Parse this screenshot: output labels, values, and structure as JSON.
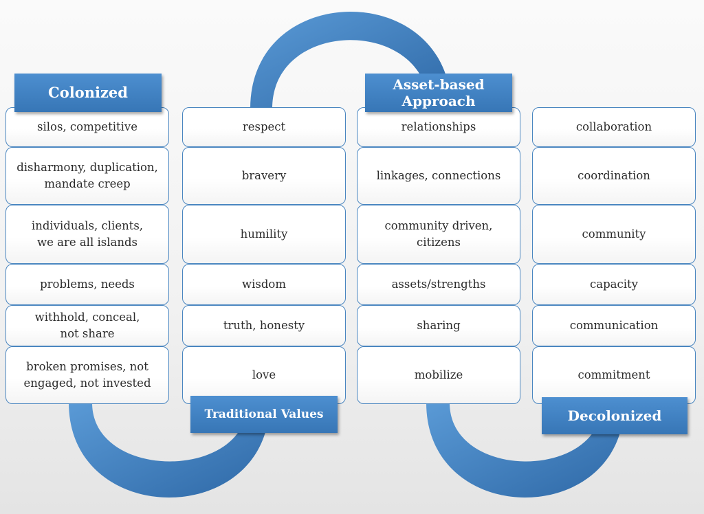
{
  "diagram": {
    "colors": {
      "accent": "#3f7fc0",
      "border": "#4a86c0",
      "text": "#2b2b2b"
    },
    "columns": [
      {
        "id": "colonized",
        "header": "Colonized",
        "items": [
          "silos, competitive",
          "disharmony, duplication,\nmandate creep",
          "individuals, clients,\nwe are all islands",
          "problems, needs",
          "withhold, conceal,\nnot share",
          "broken promises, not\nengaged, not invested"
        ]
      },
      {
        "id": "traditional-values",
        "header": "Traditional Values",
        "items": [
          "respect",
          "bravery",
          "humility",
          "wisdom",
          "truth, honesty",
          "love"
        ]
      },
      {
        "id": "asset-based-approach",
        "header": "Asset-based\nApproach",
        "items": [
          "relationships",
          "linkages, connections",
          "community driven,\ncitizens",
          "assets/strengths",
          "sharing",
          "mobilize"
        ]
      },
      {
        "id": "decolonized",
        "header": "Decolonized",
        "items": [
          "collaboration",
          "coordination",
          "community",
          "capacity",
          "communication",
          "commitment"
        ]
      }
    ]
  }
}
